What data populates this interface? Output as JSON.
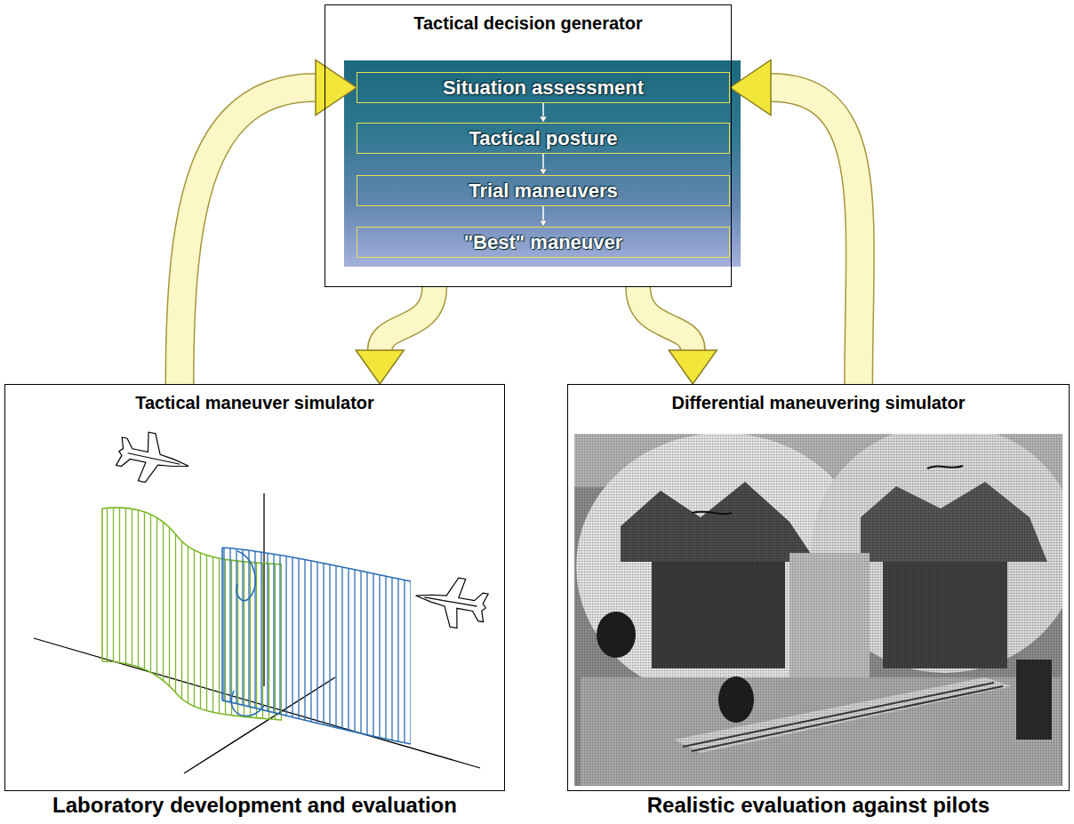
{
  "diagram": {
    "nodes": [
      {
        "text": [
          "Tactical decision generator"
        ]
      },
      {
        "text": [
          "Situation assessment"
        ],
        "in": 0
      },
      {
        "text": [
          "Tactical posture"
        ],
        "in": 0
      },
      {
        "text": [
          "Trial maneuvers"
        ],
        "in": 0
      },
      {
        "text": [
          "\"Best\" maneuver"
        ],
        "in": 0
      },
      {
        "text": [
          "Tactical maneuver simulator",
          "Laboratory development and evaluation"
        ]
      },
      {
        "text": [
          "Differential maneuvering simulator",
          "Realistic evaluation against pilots"
        ]
      }
    ],
    "edges": [
      {
        "from": 1,
        "to": 2,
        "arrow": "to"
      },
      {
        "from": 2,
        "to": 3,
        "arrow": "to"
      },
      {
        "from": 3,
        "to": 4,
        "arrow": "to"
      },
      {
        "from": 5,
        "to": 1,
        "arrow": "to"
      },
      {
        "from": 0,
        "to": 5,
        "arrow": "to"
      },
      {
        "from": 0,
        "to": 6,
        "arrow": "to"
      },
      {
        "from": 6,
        "to": 1,
        "arrow": "to"
      }
    ]
  }
}
